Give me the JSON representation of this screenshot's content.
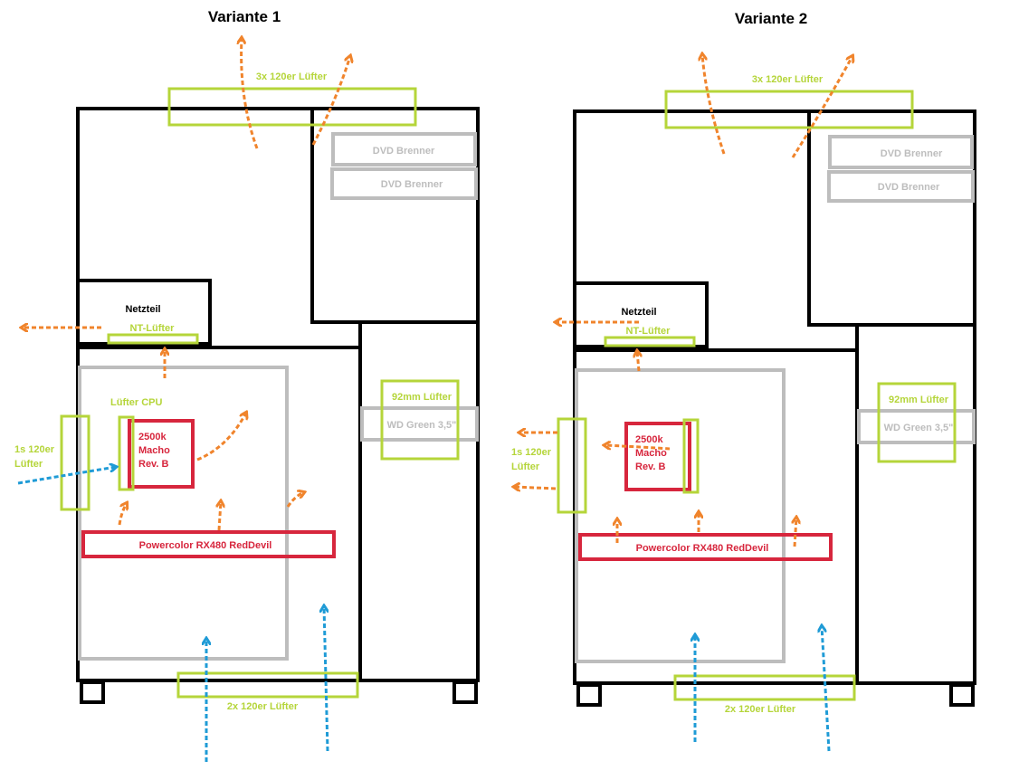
{
  "colors": {
    "case": "#000000",
    "fan": "#b5d53a",
    "drive": "#bdbdbd",
    "component": "#d7263d",
    "exhaust": "#f0842c",
    "intake": "#1f9bd6"
  },
  "variants": [
    {
      "title": "Variante 1",
      "top_fans": "3x 120er Lüfter",
      "dvd_1": "DVD Brenner",
      "dvd_2": "DVD Brenner",
      "psu": "Netzteil",
      "psu_fan": "NT-Lüfter",
      "cpu_fan": "Lüfter CPU",
      "cpu_lines": [
        "2500k",
        "Macho",
        "Rev. B"
      ],
      "gpu": "Powercolor RX480 RedDevil",
      "side_fan_92": "92mm Lüfter",
      "hdd": "WD Green 3,5\"",
      "rear_fan_lines": [
        "1s 120er",
        "Lüfter"
      ],
      "bottom_fans": "2x 120er Lüfter"
    },
    {
      "title": "Variante 2",
      "top_fans": "3x 120er Lüfter",
      "dvd_1": "DVD Brenner",
      "dvd_2": "DVD Brenner",
      "psu": "Netzteil",
      "psu_fan": "NT-Lüfter",
      "cpu_lines": [
        "2500k",
        "Macho",
        "Rev. B"
      ],
      "gpu": "Powercolor RX480 RedDevil",
      "side_fan_92": "92mm Lüfter",
      "hdd": "WD Green 3,5\"",
      "rear_fan_lines": [
        "1s 120er",
        "Lüfter"
      ],
      "bottom_fans": "2x 120er Lüfter"
    }
  ]
}
